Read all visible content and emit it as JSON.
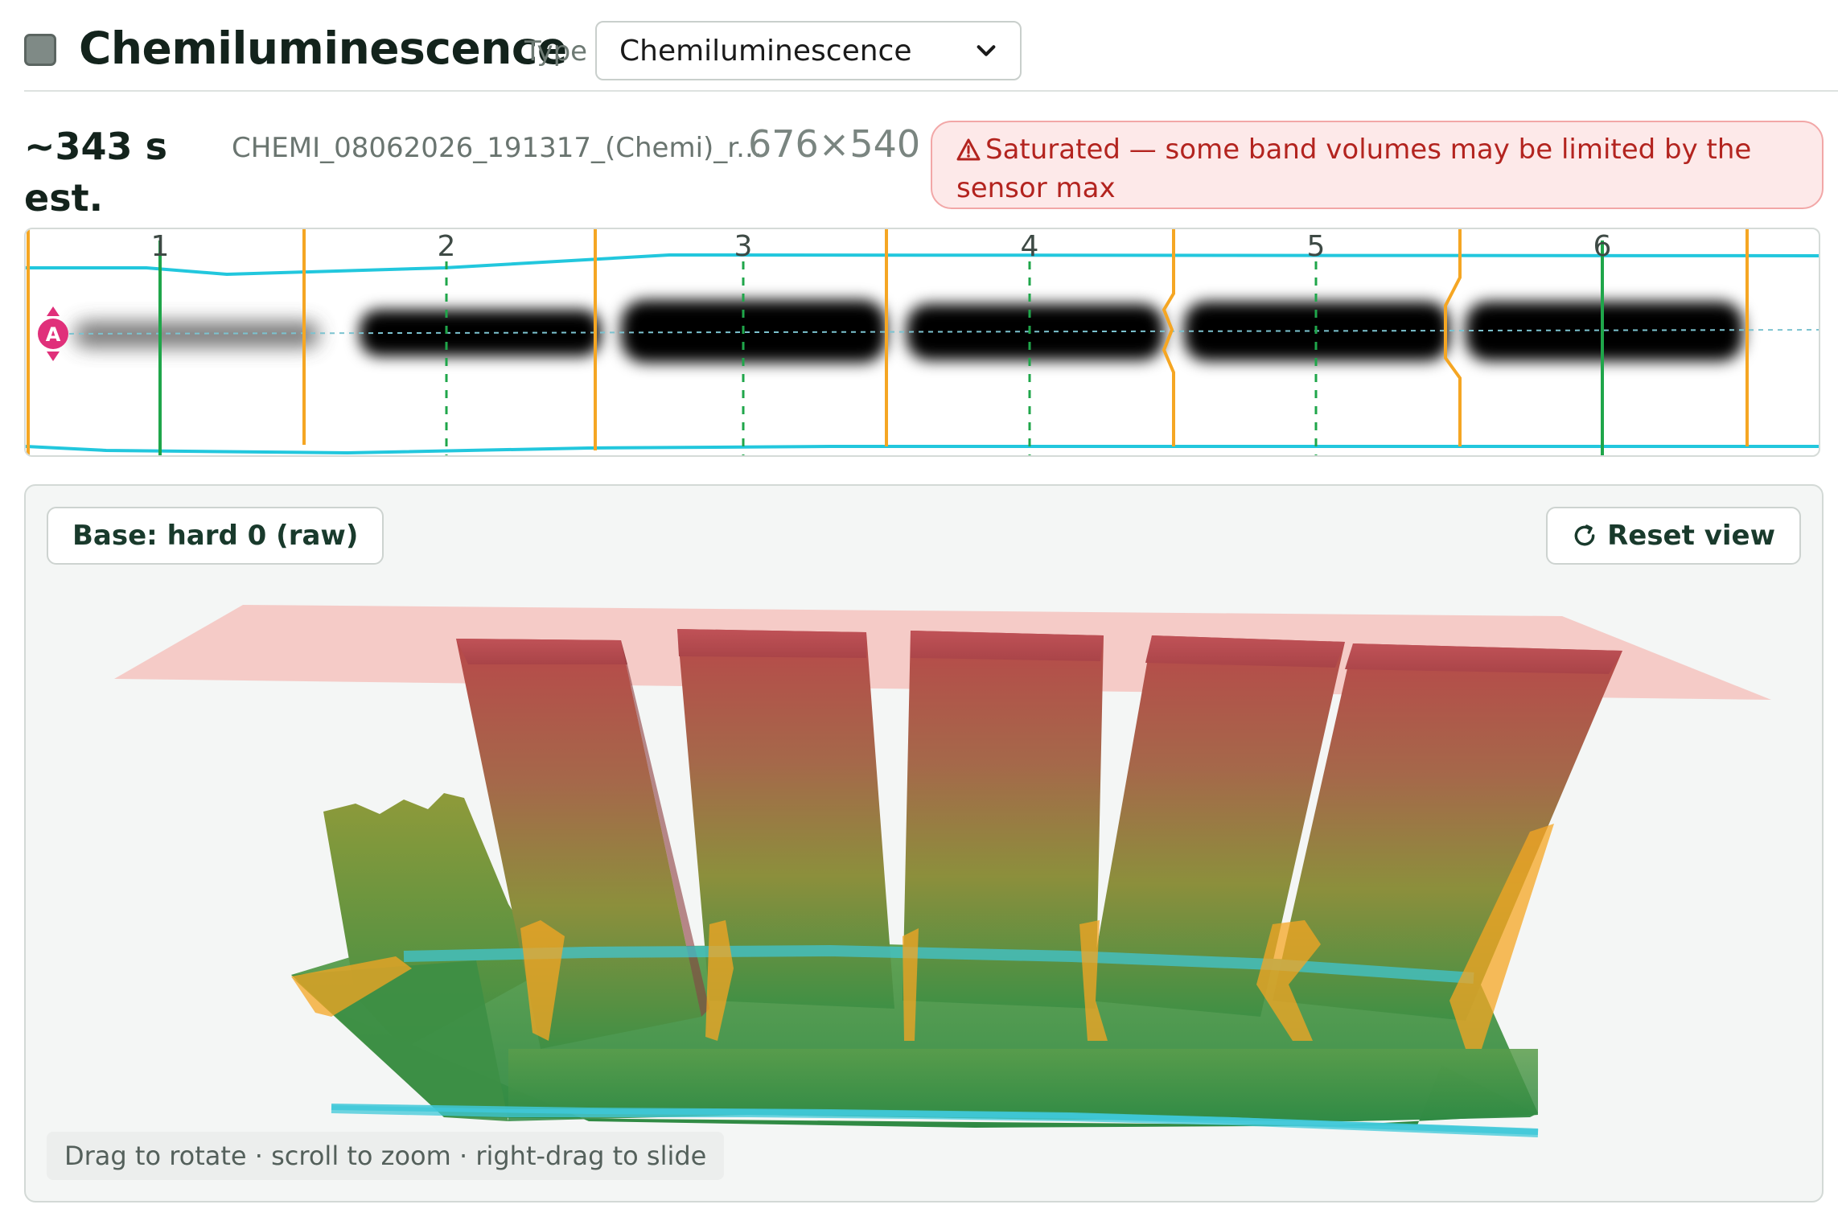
{
  "header": {
    "title": "Chemiluminescence",
    "type_label": "Type",
    "type_select_value": "Chemiluminescence",
    "swatch_color": "#7f8a86"
  },
  "info": {
    "exposure": "~343 s est.",
    "filename": "CHEMI_08062026_191317_(Chemi)_r...",
    "dimensions": "676×540",
    "alert_icon": "warning-triangle-icon",
    "alert_text": "Saturated — some band volumes may be limited by the sensor max"
  },
  "gel": {
    "lanes": [
      "1",
      "2",
      "3",
      "4",
      "5",
      "6"
    ],
    "marker_label": "A",
    "colors": {
      "lane_border": "#f5a623",
      "lane_center": "#1fa64a",
      "boundary": "#22c7dd",
      "marker": "#e0307a"
    }
  },
  "view3d": {
    "base_label": "Base: hard 0 (raw)",
    "reset_label": "Reset view",
    "hint": "Drag to rotate · scroll to zoom · right-drag to slide",
    "colors": {
      "low": "#3d8f45",
      "mid": "#8c8f3c",
      "high": "#b8484a",
      "saturation_plane": "#f5b9b4"
    }
  }
}
